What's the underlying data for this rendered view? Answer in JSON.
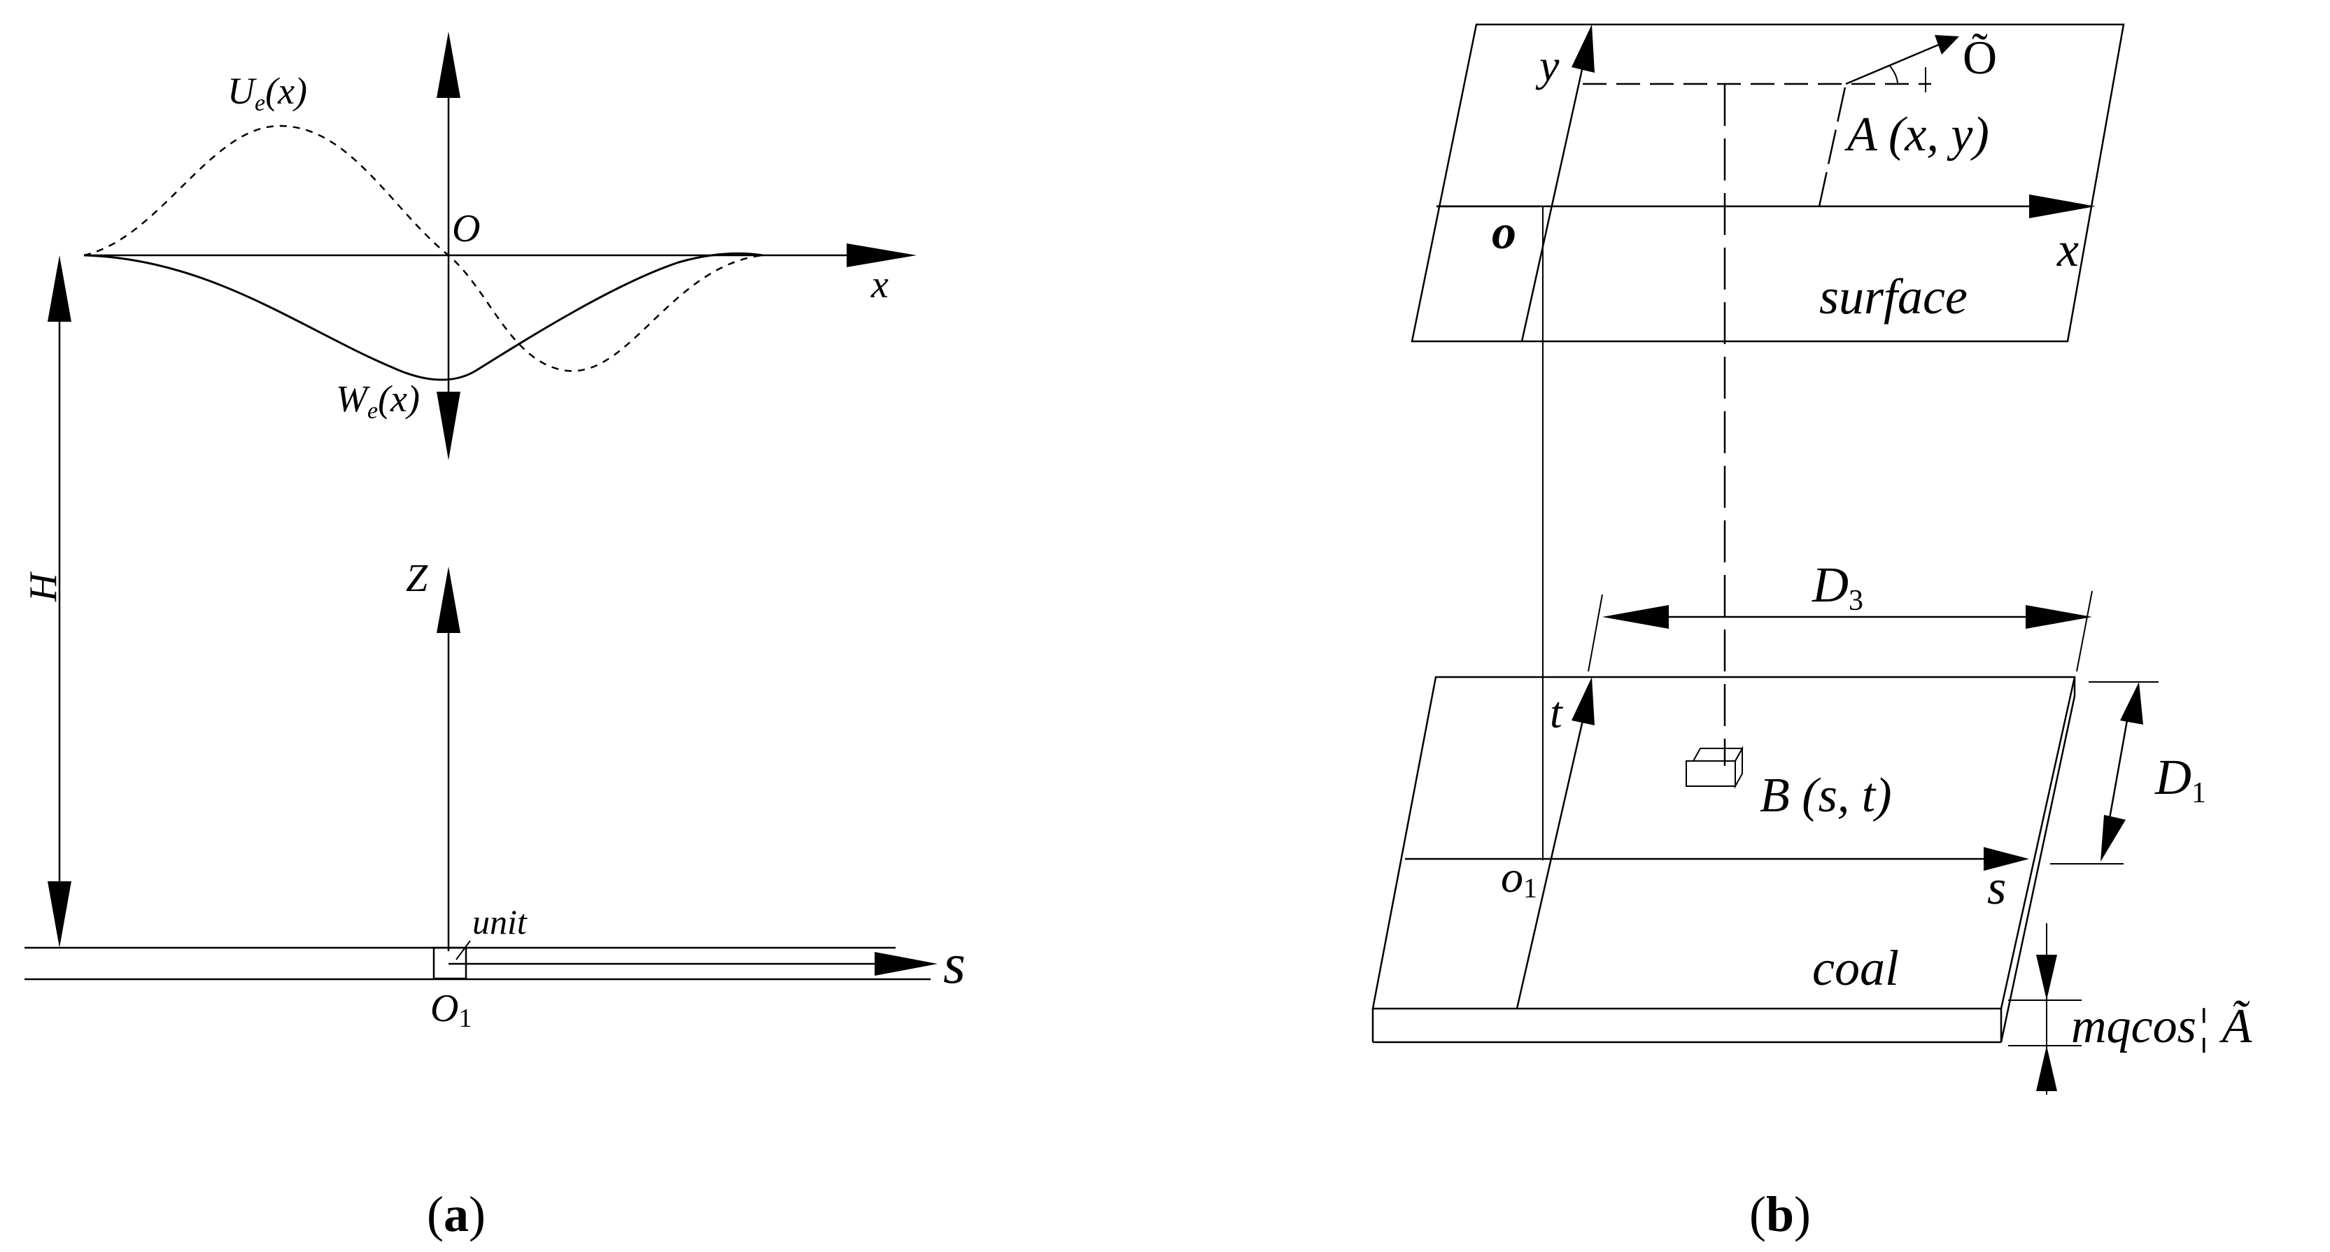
{
  "panel_a": {
    "caption_open": "(",
    "caption_letter": "a",
    "caption_close": ")",
    "ue_label_main": "U",
    "ue_label_sub": "e",
    "ue_label_arg": "(x)",
    "we_label_main": "W",
    "we_label_sub": "e",
    "we_label_arg": "(x)",
    "origin_label": "O",
    "x_axis_label": "x",
    "h_label": "H",
    "z_axis_label": "Z",
    "unit_label": "unit",
    "s_axis_label": "s",
    "o1_main": "O",
    "o1_sub": "1"
  },
  "panel_b": {
    "caption_open": "(",
    "caption_letter": "b",
    "caption_close": ")",
    "y_label": "y",
    "o_tilde_label": "Õ",
    "point_a_label": "A (x, y)",
    "o_label": "o",
    "x_label": "x",
    "surface_label": "surface",
    "d3_main": "D",
    "d3_sub": "3",
    "t_label": "t",
    "point_b_label": "B (s, t)",
    "d1_main": "D",
    "d1_sub": "1",
    "o1_main": "o",
    "o1_sub": "1",
    "s_label": "s",
    "coal_label": "coal",
    "thickness_label": "mqcos¦ Ã"
  }
}
